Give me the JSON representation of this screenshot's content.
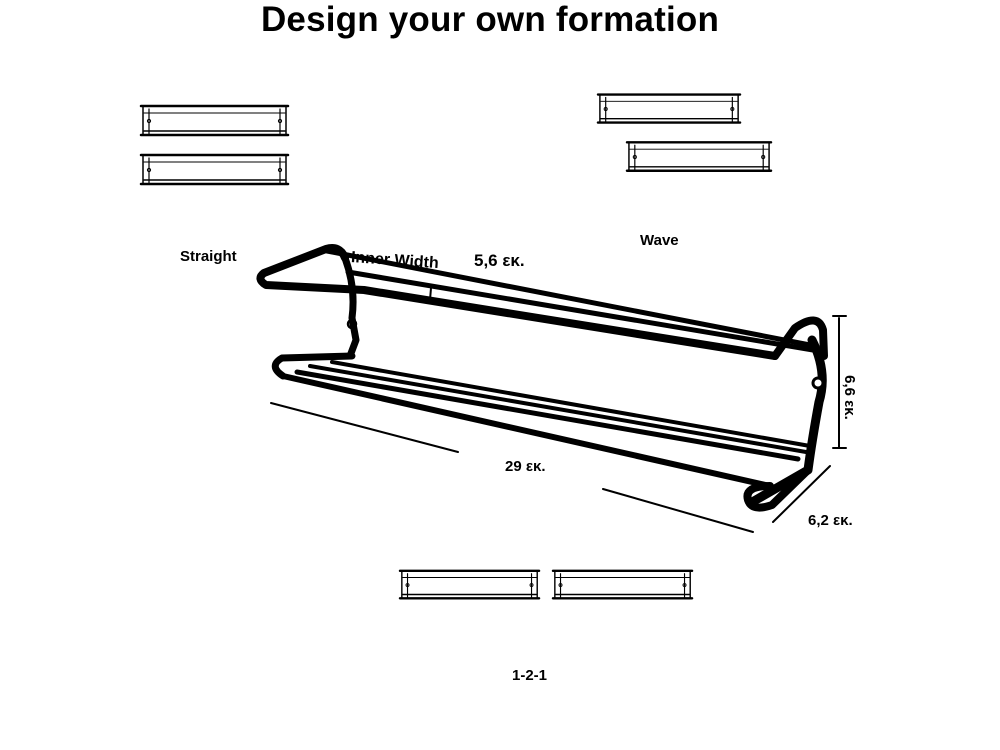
{
  "title": "Design your own formation",
  "formations": {
    "straight": "Straight",
    "wave": "Wave",
    "one_two_one": "1-2-1"
  },
  "dimensions": {
    "inner_width_label": "Inner Width",
    "depth": "5,6 εκ.",
    "length": "29 εκ.",
    "height": "6,6 εκ.",
    "width": "6,2 εκ."
  },
  "colors": {
    "line": "#000000",
    "background": "#ffffff"
  }
}
